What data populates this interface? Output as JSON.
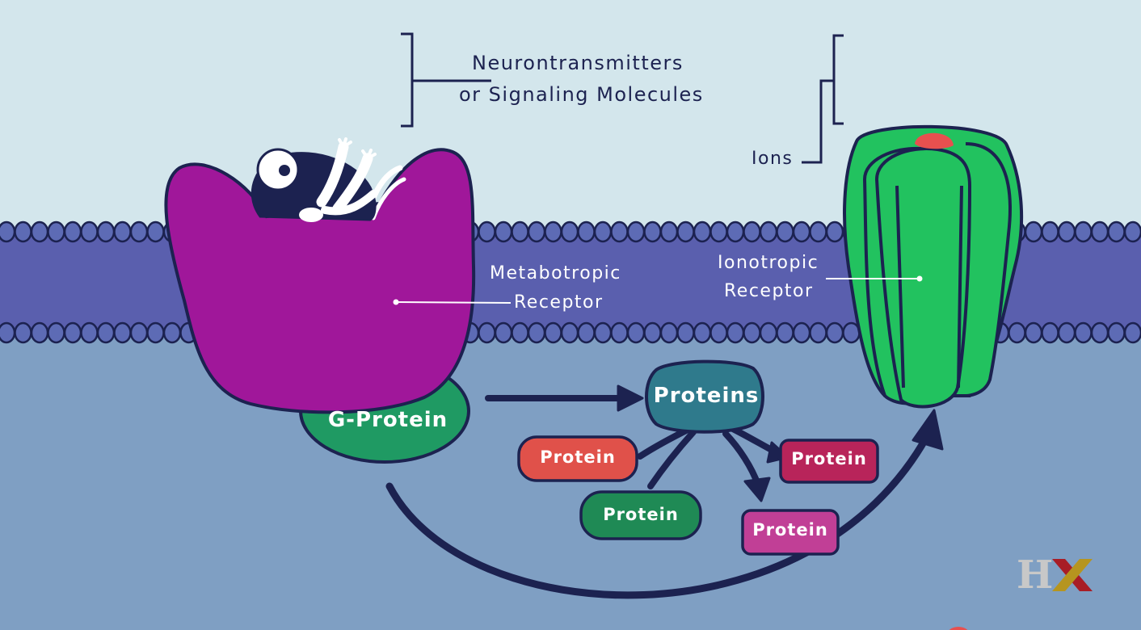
{
  "labels": {
    "neuro_line1": "Neurontransmitters",
    "neuro_line2": "or Signaling Molecules",
    "ions": "Ions",
    "metabotropic_line1": "Metabotropic",
    "metabotropic_line2": "Receptor",
    "ionotropic_line1": "Ionotropic",
    "ionotropic_line2": "Receptor",
    "g_protein": "G-Protein",
    "proteins": "Proteins",
    "protein_red": "Protein",
    "protein_crimson": "Protein",
    "protein_green": "Protein",
    "protein_pink": "Protein"
  },
  "logo": {
    "h": "H",
    "x": "X"
  },
  "colors": {
    "sky": "#d3e6ec",
    "membrane": "#5a5fae",
    "lipid_head": "#5d6bb5",
    "cytoplasm": "#7f9fc3",
    "outline": "#1c2250",
    "metabotropic": "#a0179a",
    "g_protein": "#1f9a63",
    "ionotropic": "#22c25f",
    "ion_dot": "#e8504f",
    "proteins_hub": "#2f7a8c",
    "protein_red": "#e0514a",
    "protein_crimson": "#b8245a",
    "protein_green": "#1f8a55",
    "protein_pink": "#c13f96",
    "logo_h": "#c8c8c8",
    "logo_x_red": "#a81d26",
    "logo_x_gold": "#b6951f"
  },
  "icons": {
    "character": "cartoon-creature-icon",
    "logo": "hx-logo-icon"
  }
}
